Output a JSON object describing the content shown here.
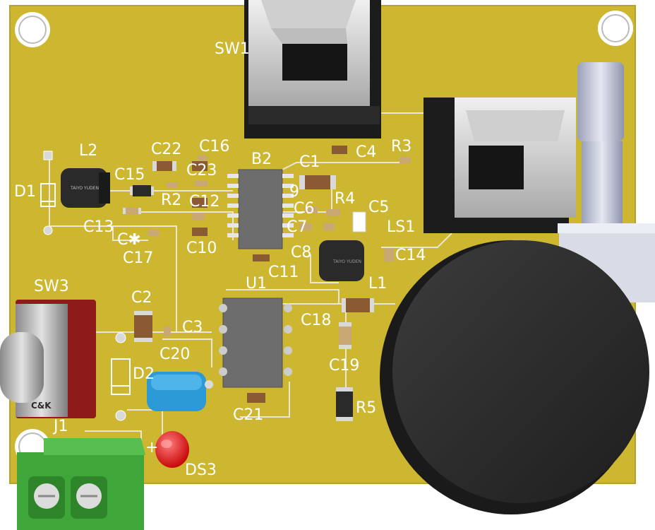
{
  "board": {
    "colors": {
      "pcb": "#cdb731",
      "pcb_edge": "#b8a12a",
      "silk": "#ffffff",
      "knob": "#2b2b2b",
      "terminal": "#3fa63a",
      "led": "#e11616",
      "film_cap": "#2c9ad6",
      "switch_frame": "#1c1c1c"
    }
  },
  "designators": {
    "SW1": "SW1",
    "SW3": "SW3",
    "LS1": "LS1",
    "L1": "L1",
    "L2": "L2",
    "D1": "D1",
    "D2": "D2",
    "DS3": "DS3",
    "J1": "J1",
    "U1": "U1",
    "B2": "B2",
    "R2": "R2",
    "R3": "R3",
    "R4": "R4",
    "R5": "R5",
    "C1": "C1",
    "C2": "C2",
    "C3": "C3",
    "C4": "C4",
    "C5": "C5",
    "C6": "C6",
    "C7": "C7",
    "C8": "C8",
    "C9": "9",
    "C10": "C10",
    "C11": "C11",
    "C12": "C12",
    "C13": "C13",
    "C14": "C14",
    "C15": "C15",
    "C16": "C16",
    "C17": "C17",
    "C18": "C18",
    "C19": "C19",
    "C20": "C20",
    "C21": "C21",
    "C22": "C22",
    "C23": "C23",
    "Cstar": "C✱"
  },
  "markings": {
    "toggle_brand": "C&K",
    "led_polarity": "+",
    "inductor_mark": "TAIYO YUDEN"
  }
}
